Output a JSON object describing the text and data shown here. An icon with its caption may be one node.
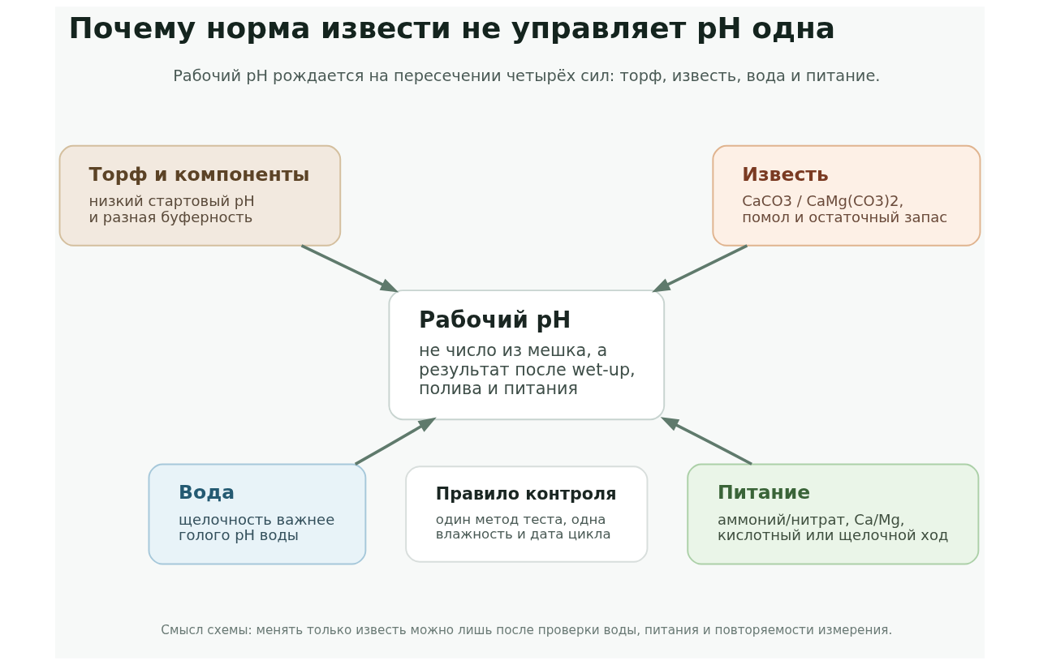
{
  "diagram": {
    "title": "Почему норма извести не управляет pH одна",
    "nodes": [
      {
        "text": [
          "Торф и компоненты",
          "низкий стартовый pH и разная буферность"
        ]
      },
      {
        "text": [
          "Известь",
          "CaCO3 / CaMg(CO3)2, помол и остаточный запас"
        ]
      },
      {
        "text": [
          "Рабочий pH",
          "не число из мешка, а результат после wet-up, полива и питания"
        ]
      },
      {
        "text": [
          "Вода",
          "щелочность важнее голого pH воды"
        ]
      },
      {
        "text": [
          "Правило контроля",
          "один метод теста, одна влажность и дата цикла"
        ]
      },
      {
        "text": [
          "Питание",
          "аммоний/нитрат, Ca/Mg, кислотный или щелочной ход"
        ]
      }
    ],
    "edges": [
      {
        "from": 0,
        "to": 2,
        "arrow": "to"
      },
      {
        "from": 1,
        "to": 2,
        "arrow": "to"
      },
      {
        "from": 3,
        "to": 2,
        "arrow": "to"
      },
      {
        "from": 5,
        "to": 2,
        "arrow": "to"
      }
    ],
    "labels": [
      "Рабочий pH рождается на пересечении четырёх сил: торф, известь, вода и питание.",
      "Смысл схемы: менять только известь можно лишь после проверки воды, питания и повторяемости измерения."
    ]
  }
}
